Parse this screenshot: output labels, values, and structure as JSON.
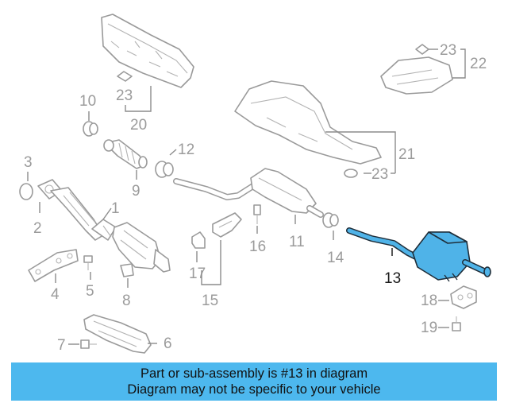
{
  "banner": {
    "line1": "Part or sub-assembly is #13 in diagram",
    "line2": "Diagram may not be specific to your vehicle"
  },
  "highlight_color": "#4db8ee",
  "highlighted_callout": "13",
  "callouts": {
    "c1": "1",
    "c2": "2",
    "c3": "3",
    "c4": "4",
    "c5": "5",
    "c6": "6",
    "c7": "7",
    "c8": "8",
    "c9": "9",
    "c10": "10",
    "c11": "11",
    "c12": "12",
    "c13": "13",
    "c14": "14",
    "c15": "15",
    "c16": "16",
    "c17": "17",
    "c18": "18",
    "c19": "19",
    "c20": "20",
    "c21": "21",
    "c22": "22",
    "c23a": "23",
    "c23b": "23",
    "c23c": "23"
  }
}
